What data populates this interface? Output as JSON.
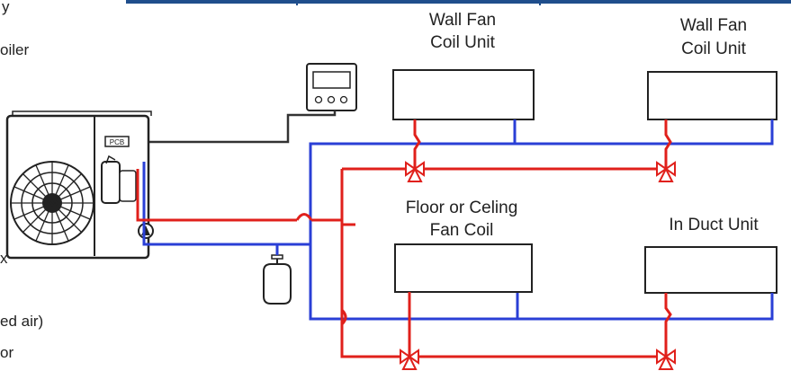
{
  "left_text_fragments": [
    "y",
    "oiler",
    "x",
    "ed air)",
    " or"
  ],
  "labels": {
    "wall_fan_1": [
      "Wall Fan",
      "Coil Unit"
    ],
    "wall_fan_2": [
      "Wall Fan",
      "Coil Unit"
    ],
    "floor_ceiling": [
      "Floor or Celing",
      "Fan Coil"
    ],
    "in_duct": "In Duct Unit",
    "pcb": "PCB"
  },
  "colors": {
    "supply_pipe": "#e0201b",
    "return_pipe": "#2a3fd6",
    "outline": "#222222",
    "control_wire": "#333333",
    "header_bar": "#1f4e8c"
  }
}
